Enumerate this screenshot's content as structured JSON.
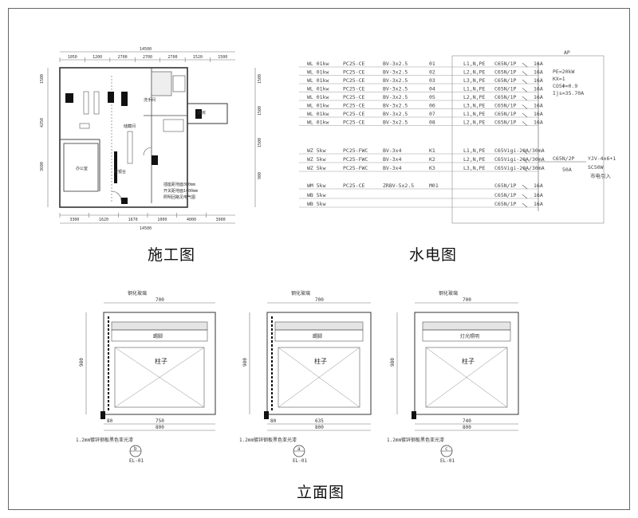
{
  "captions": {
    "plan": "施工图",
    "electrical": "水电图",
    "elevation": "立面图"
  },
  "plan": {
    "dims_top": [
      "1050",
      "1200",
      "2700",
      "2700",
      "2700",
      "1520",
      "1500"
    ],
    "dims_top_total": "14500",
    "dims_bottom": [
      "3300",
      "1620",
      "1670",
      "1000",
      "4000",
      "3900"
    ],
    "dims_bottom_total": "14500",
    "dims_left": [
      "1500",
      "4250",
      "3600"
    ],
    "dims_right": [
      "1500",
      "1500",
      "1500",
      "900"
    ],
    "room_labels": [
      "库房",
      "洗手间",
      "储藏间",
      "收银台",
      "办公室"
    ],
    "notes": [
      "插座距地面300mm",
      "开关距地面1400mm",
      "照明回路见电气图"
    ]
  },
  "electrical": {
    "box_label": "AP",
    "circuits": [
      {
        "load": "WL 01kw",
        "pipe": "PC25-CE",
        "wire": "BV-3x2.5",
        "no": "01",
        "phase": "L1,N,PE",
        "breaker": "C65N/1P",
        "amp": "16A"
      },
      {
        "load": "WL 01kw",
        "pipe": "PC25-CE",
        "wire": "BV-3x2.5",
        "no": "02",
        "phase": "L2,N,PE",
        "breaker": "C65N/1P",
        "amp": "16A"
      },
      {
        "load": "WL 01kw",
        "pipe": "PC25-CE",
        "wire": "BV-3x2.5",
        "no": "03",
        "phase": "L3,N,PE",
        "breaker": "C65N/1P",
        "amp": "16A"
      },
      {
        "load": "WL 01kw",
        "pipe": "PC25-CE",
        "wire": "BV-3x2.5",
        "no": "04",
        "phase": "L1,N,PE",
        "breaker": "C65N/1P",
        "amp": "16A"
      },
      {
        "load": "WL 01kw",
        "pipe": "PC25-CE",
        "wire": "BV-3x2.5",
        "no": "05",
        "phase": "L2,N,PE",
        "breaker": "C65N/1P",
        "amp": "16A"
      },
      {
        "load": "WL 01kw",
        "pipe": "PC25-CE",
        "wire": "BV-3x2.5",
        "no": "06",
        "phase": "L3,N,PE",
        "breaker": "C65N/1P",
        "amp": "16A"
      },
      {
        "load": "WL 01kw",
        "pipe": "PC25-CE",
        "wire": "BV-3x2.5",
        "no": "07",
        "phase": "L1,N,PE",
        "breaker": "C65N/1P",
        "amp": "16A"
      },
      {
        "load": "WL 01kw",
        "pipe": "PC25-CE",
        "wire": "BV-3x2.5",
        "no": "08",
        "phase": "L2,N,PE",
        "breaker": "C65N/1P",
        "amp": "16A"
      },
      {
        "load": "WZ 5kw",
        "pipe": "PC25-FWC",
        "wire": "BV-3x4",
        "no": "K1",
        "phase": "L1,N,PE",
        "breaker": "C65Vigi-20A/30mA",
        "amp": ""
      },
      {
        "load": "WZ 5kw",
        "pipe": "PC25-FWC",
        "wire": "BV-3x4",
        "no": "K2",
        "phase": "L2,N,PE",
        "breaker": "C65Vigi-20A/30mA",
        "amp": ""
      },
      {
        "load": "WZ 5kw",
        "pipe": "PC25-FWC",
        "wire": "BV-3x4",
        "no": "K3",
        "phase": "L3,N,PE",
        "breaker": "C65Vigi-20A/30mA",
        "amp": ""
      },
      {
        "load": "WM 5kw",
        "pipe": "PC25-CE",
        "wire": "ZRBV-5x2.5",
        "no": "M01",
        "phase": "",
        "breaker": "C65N/1P",
        "amp": "16A"
      },
      {
        "load": "WB 5kw",
        "pipe": "",
        "wire": "",
        "no": "",
        "phase": "",
        "breaker": "C65N/1P",
        "amp": "16A"
      },
      {
        "load": "WB 5kw",
        "pipe": "",
        "wire": "",
        "no": "",
        "phase": "",
        "breaker": "C65N/1P",
        "amp": "16A"
      }
    ],
    "specs": [
      "PE=20kW",
      "KX=1",
      "COSΦ=0.9",
      "Ijs=35.70A"
    ],
    "main_breaker": "C65N/2P",
    "main_amp": "50A",
    "incoming_cable": "YJV-4x6+1",
    "incoming_note": "SC50W",
    "incoming_label": "市电引入"
  },
  "elevations": {
    "views": [
      {
        "id": "b",
        "ref": "EL-01",
        "top_label": "钢化玻璃",
        "inner_label": "柱子",
        "band_label": "踢脚",
        "top_dim": "700",
        "bottom_dims": [
          "80",
          "750"
        ],
        "total": "800",
        "height": "980",
        "note": "1.2mm镀锌钢板黑色亚光漆"
      },
      {
        "id": "a",
        "ref": "EL-01",
        "top_label": "钢化玻璃",
        "inner_label": "柱子",
        "band_label": "踢脚",
        "top_dim": "700",
        "bottom_dims": [
          "80",
          "635"
        ],
        "total": "800",
        "height": "980",
        "note": "1.2mm镀锌钢板黑色亚光漆"
      },
      {
        "id": "c",
        "ref": "EL-01",
        "top_label": "钢化玻璃",
        "inner_label": "柱子",
        "band_label": "灯光照明",
        "top_dim": "700",
        "bottom_dims": [
          "740"
        ],
        "total": "800",
        "height": "980",
        "note": "1.2mm镀锌钢板黑色亚光漆"
      }
    ]
  }
}
